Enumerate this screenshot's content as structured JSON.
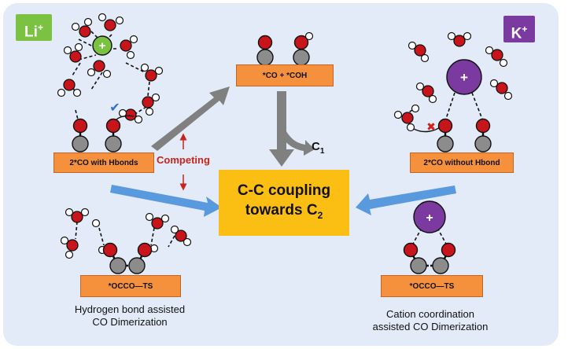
{
  "figure": {
    "li_tag": {
      "base": "Li",
      "charge": "+"
    },
    "k_tag": {
      "base": "K",
      "charge": "+"
    },
    "surfaces": {
      "top_left": "2*CO with Hbonds",
      "top_right": "2*CO without Hbond",
      "top_center": "*CO + *COH",
      "bottom_left": "*OCCO—TS",
      "bottom_right": "*OCCO—TS"
    },
    "center": {
      "line1": "C-C coupling",
      "line2_prefix": "towards C",
      "line2_sub": "2"
    },
    "competing_label": "Competing",
    "c1": {
      "base": "C",
      "sub": "1"
    },
    "cation_symbol": "+",
    "captions": {
      "left_line1": "Hydrogen bond assisted",
      "left_line2": "CO Dimerization",
      "right_line1": "Cation coordination",
      "right_line2": "assisted CO Dimerization"
    },
    "marks": {
      "check": "✔",
      "cross": "✖"
    },
    "colors": {
      "background": "#e2ebf7",
      "li_green": "#7cc242",
      "k_purple": "#7b3aa0",
      "surface_orange": "#f5913d",
      "center_yellow": "#fbbf14",
      "oxygen_red": "#c8151b",
      "carbon_gray": "#8c8c8c",
      "arrow_blue": "#4a90d9",
      "arrow_gray": "#7f7f7f",
      "competing_red": "#c8241c"
    }
  }
}
